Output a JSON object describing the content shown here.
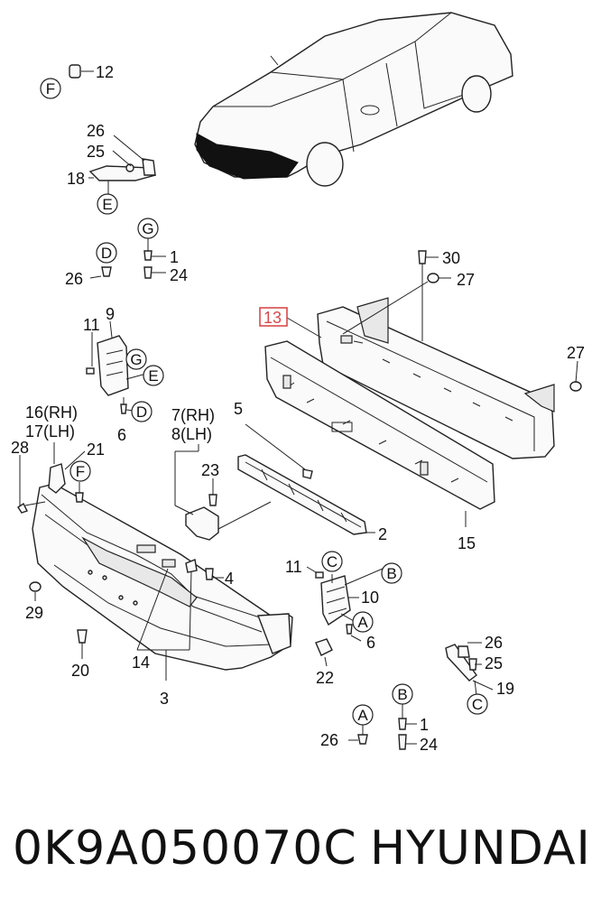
{
  "callouts": {
    "c1": "1",
    "c2": "2",
    "c3": "3",
    "c4": "4",
    "c5": "5",
    "c6": "6",
    "c7": "7(RH)",
    "c8": "8(LH)",
    "c9": "9",
    "c10": "10",
    "c11": "11",
    "c12": "12",
    "c13": "13",
    "c14": "14",
    "c15": "15",
    "c16": "16(RH)",
    "c17": "17(LH)",
    "c18": "18",
    "c19": "19",
    "c20": "20",
    "c21": "21",
    "c22": "22",
    "c23": "23",
    "c24": "24",
    "c25": "25",
    "c26": "26",
    "c27": "27",
    "c28": "28",
    "c29": "29",
    "c30": "30"
  },
  "refs": {
    "A": "A",
    "B": "B",
    "C": "C",
    "D": "D",
    "E": "E",
    "F": "F",
    "G": "G"
  },
  "highlight": {
    "color": "#d84a4a",
    "part": "13"
  },
  "footer": {
    "part_number": "0K9A050070C",
    "brand": "HYUNDAI"
  }
}
